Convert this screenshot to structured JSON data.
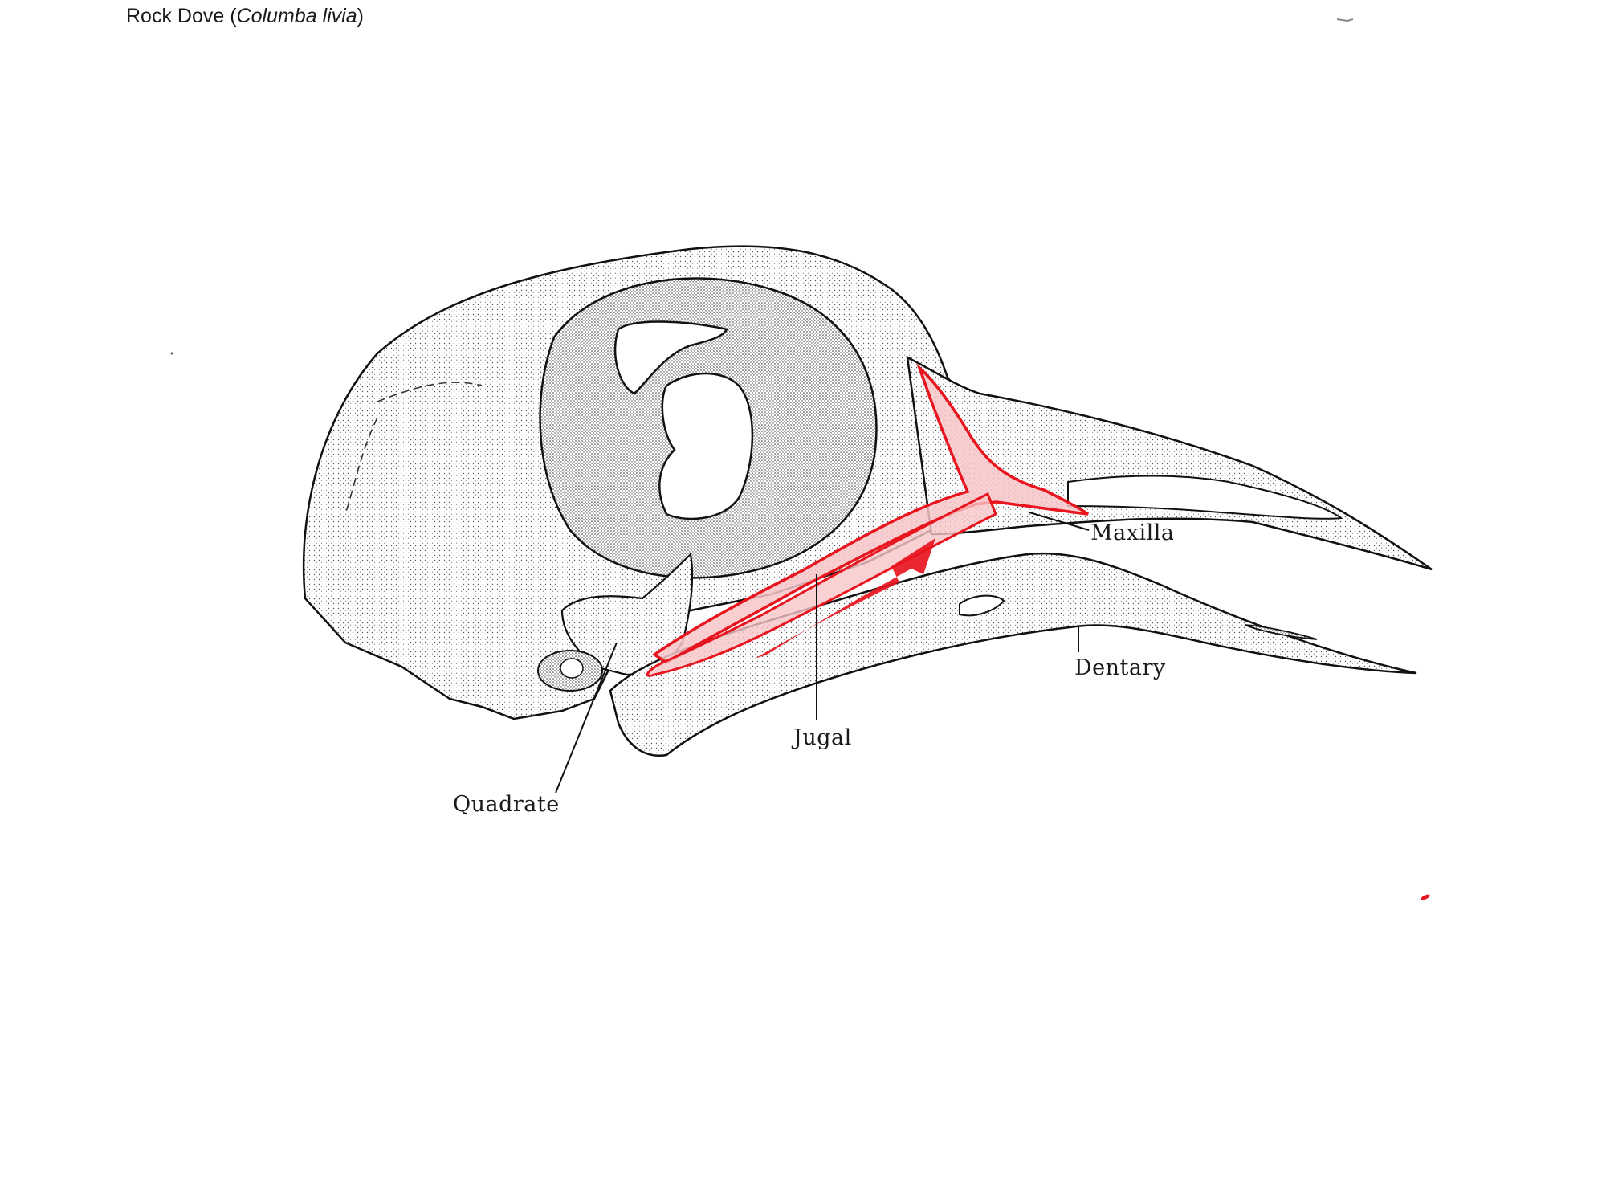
{
  "title": {
    "common_name": "Rock Dove (",
    "scientific_name": "Columba livia",
    "close": ")"
  },
  "figure": {
    "subject": "Bird skull, lateral view",
    "highlight_color": "#e8141e",
    "highlight_fill": "#f7c6c8",
    "ink_color": "#111111"
  },
  "labels": {
    "maxilla": "Maxilla",
    "dentary": "Dentary",
    "jugal": "Jugal",
    "quadrate": "Quadrate"
  },
  "annotations": {
    "highlighted_bone": "Jugal bar and maxilla (outlined in red)",
    "arrow": "Red arrow pointing forward along jugal"
  }
}
